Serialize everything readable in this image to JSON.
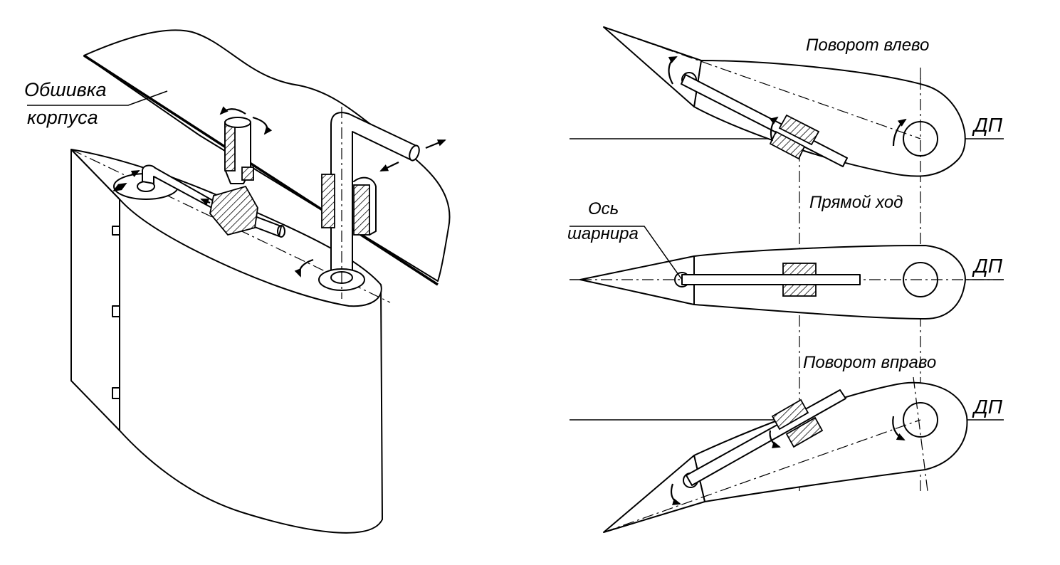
{
  "labels": {
    "hull_plating_line1": "Обшивка",
    "hull_plating_line2": "корпуса",
    "hinge_axis_line1": "Ось",
    "hinge_axis_line2": "шарнира",
    "turn_left": "Поворот влево",
    "straight_ahead": "Прямой ход",
    "turn_right": "Поворот вправо",
    "center_plane_top": "ДП",
    "center_plane_middle": "ДП",
    "center_plane_bottom": "ДП"
  }
}
